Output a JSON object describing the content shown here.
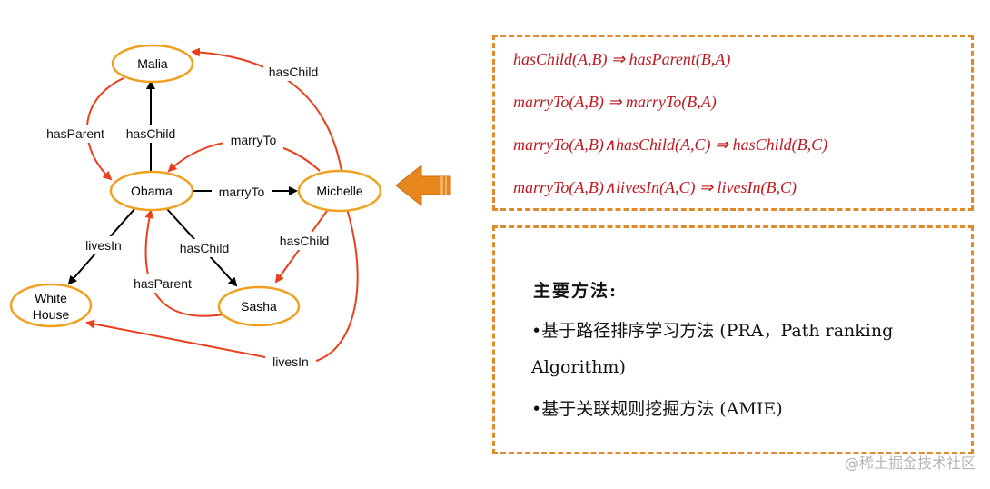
{
  "nodes": {
    "malia": "Malia",
    "obama": "Obama",
    "michelle": "Michelle",
    "white_house": [
      "White",
      "House"
    ],
    "sasha": "Sasha"
  },
  "edges": {
    "michelle_malia": "hasChild",
    "obama_malia": "hasChild",
    "malia_obama": "hasParent",
    "michelle_obama": "marryTo",
    "obama_michelle": "marryTo",
    "obama_white_house": "livesIn",
    "obama_sasha": "hasChild",
    "sasha_obama": "hasParent",
    "michelle_sasha": "hasChild",
    "michelle_white_house": "livesIn"
  },
  "colors": {
    "node_outline": "#f0a020",
    "known_edge": "#000000",
    "inferred_edge": "#e8401c",
    "arrow_fill": "#e8861e",
    "rule_text": "#c0181f",
    "dashed_border": "#e08a2c"
  },
  "rules": [
    "hasChild(A,B) ⇒ hasParent(B,A)",
    "marryTo(A,B) ⇒ marryTo(B,A)",
    "marryTo(A,B)∧hasChild(A,C) ⇒ hasChild(B,C)",
    "marryTo(A,B)∧livesIn(A,C) ⇒ livesIn(B,C)"
  ],
  "methods": {
    "title": "主要方法:",
    "line1": "•基于路径排序学习方法 (PRA，Path ranking",
    "line2": "Algorithm)",
    "line3": "•基于关联规则挖掘方法 (AMIE)"
  },
  "watermark": "@稀土掘金技术社区"
}
